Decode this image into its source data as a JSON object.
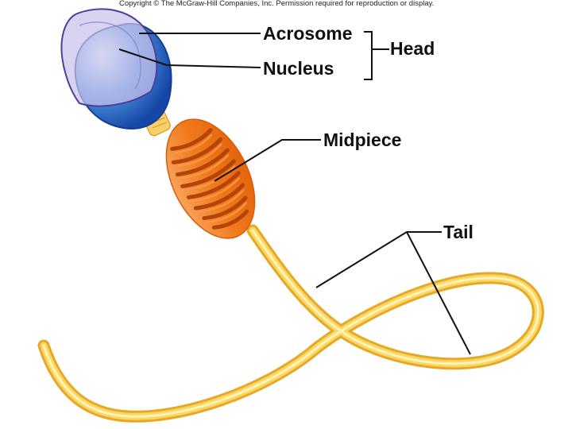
{
  "copyright": "Copyright © The McGraw-Hill Companies, Inc. Permission required for reproduction or display.",
  "labels": {
    "acrosome": "Acrosome",
    "nucleus": "Nucleus",
    "head": "Head",
    "midpiece": "Midpiece",
    "tail": "Tail"
  },
  "colors": {
    "acrosome_fill": "#c9c2ea",
    "nucleus_fill": "#2a6fd0",
    "midpiece_fill": "#f07a1a",
    "tail_fill": "#f7c548",
    "leader_line": "#111111"
  }
}
